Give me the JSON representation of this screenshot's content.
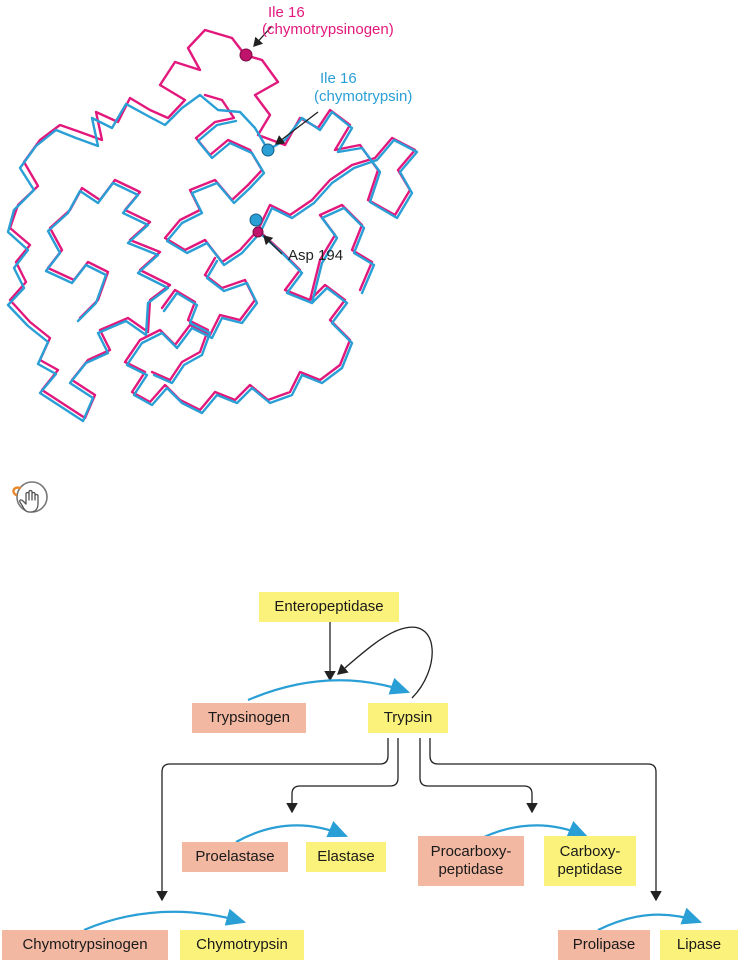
{
  "structure": {
    "labels": {
      "ile16_zymogen_name": "Ile 16",
      "ile16_zymogen_form": "(chymotrypsinogen)",
      "ile16_active_name": "Ile 16",
      "ile16_active_form": "(chymotrypsin)",
      "asp194": "Asp 194"
    },
    "colors": {
      "zymogen_trace": "#e2187c",
      "active_trace": "#2a9fd6"
    }
  },
  "icon": {
    "name": "interactive-structure-icon"
  },
  "cascade": {
    "activator": "Enteropeptidase",
    "trypsinogen": "Trypsinogen",
    "trypsin": "Trypsin",
    "proelastase": "Proelastase",
    "elastase": "Elastase",
    "procarboxypeptidase": [
      "Procarboxy-",
      "peptidase"
    ],
    "carboxypeptidase": [
      "Carboxy-",
      "peptidase"
    ],
    "chymotrypsinogen": "Chymotrypsinogen",
    "chymotrypsin": "Chymotrypsin",
    "prolipase": "Prolipase",
    "lipase": "Lipase",
    "colors": {
      "zymogen_box": "#f2b8a2",
      "enzyme_box": "#fbf27c",
      "conversion_arrow": "#2a9fd6"
    }
  }
}
